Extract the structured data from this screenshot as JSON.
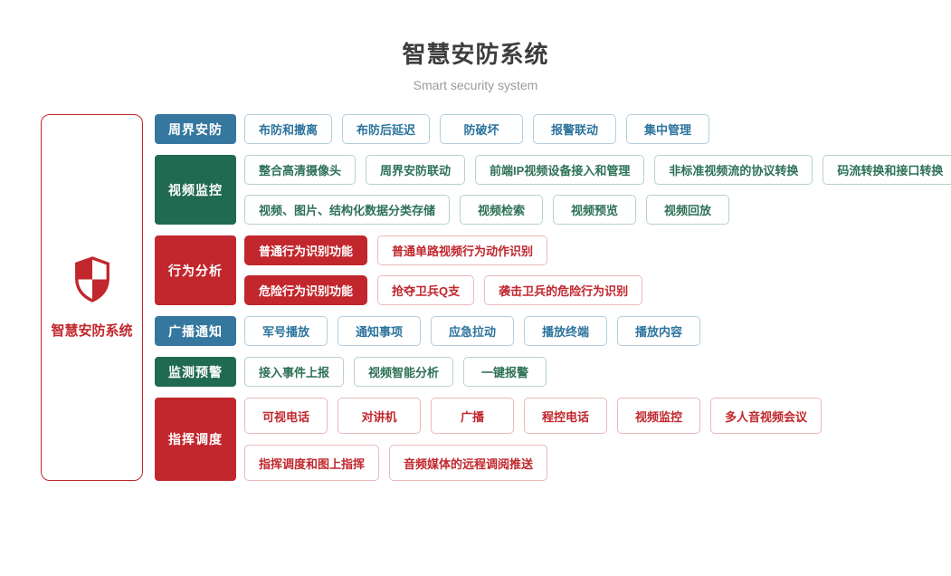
{
  "header": {
    "title": "智慧安防系统",
    "subtitle": "Smart security system"
  },
  "root": {
    "label": "智慧安防系统",
    "icon": "shield-icon",
    "border_color": "#c1272d"
  },
  "palette": {
    "blue": {
      "bg": "#35779f",
      "border": "#b3cfdf",
      "text": "#2c749d"
    },
    "green": {
      "bg": "#206a51",
      "border": "#b7d3c9",
      "text": "#2d7157"
    },
    "red": {
      "bg": "#c1272d",
      "border": "#eab9ba",
      "text": "#c1272d"
    },
    "title_text": "#3d3d3d",
    "subtitle_text": "#9b9b9b"
  },
  "groups": [
    {
      "label": "周界安防",
      "color": "blue",
      "lines": [
        [
          "布防和撤离",
          "布防后延迟",
          "防破坏",
          "报警联动",
          "集中管理"
        ]
      ]
    },
    {
      "label": "视频监控",
      "color": "green",
      "lines": [
        [
          "整合高清摄像头",
          "周界安防联动",
          "前端IP视频设备接入和管理",
          "非标准视频流的协议转换",
          "码流转换和接口转换"
        ],
        [
          "视频、图片、结构化数据分类存储",
          "视频检索",
          "视频预览",
          "视频回放"
        ]
      ]
    },
    {
      "label": "行为分析",
      "color": "red",
      "lines": [
        [
          {
            "label": "普通行为识别功能",
            "filled": true
          },
          "普通单路视频行为动作识别"
        ],
        [
          {
            "label": "危险行为识别功能",
            "filled": true
          },
          "抢夺卫兵Q支",
          "袭击卫兵的危险行为识别"
        ]
      ]
    },
    {
      "label": "广播通知",
      "color": "blue",
      "lines": [
        [
          "军号播放",
          "通知事项",
          "应急拉动",
          "播放终端",
          "播放内容"
        ]
      ]
    },
    {
      "label": "监测预警",
      "color": "green",
      "lines": [
        [
          "接入事件上报",
          "视频智能分析",
          "一键报警"
        ]
      ]
    },
    {
      "label": "指挥调度",
      "color": "red",
      "tall": true,
      "lines": [
        [
          "可视电话",
          "对讲机",
          "广播",
          "程控电话",
          "视频监控",
          "多人音视频会议"
        ],
        [
          "指挥调度和图上指挥",
          "音频媒体的远程调阅推送"
        ]
      ]
    }
  ]
}
